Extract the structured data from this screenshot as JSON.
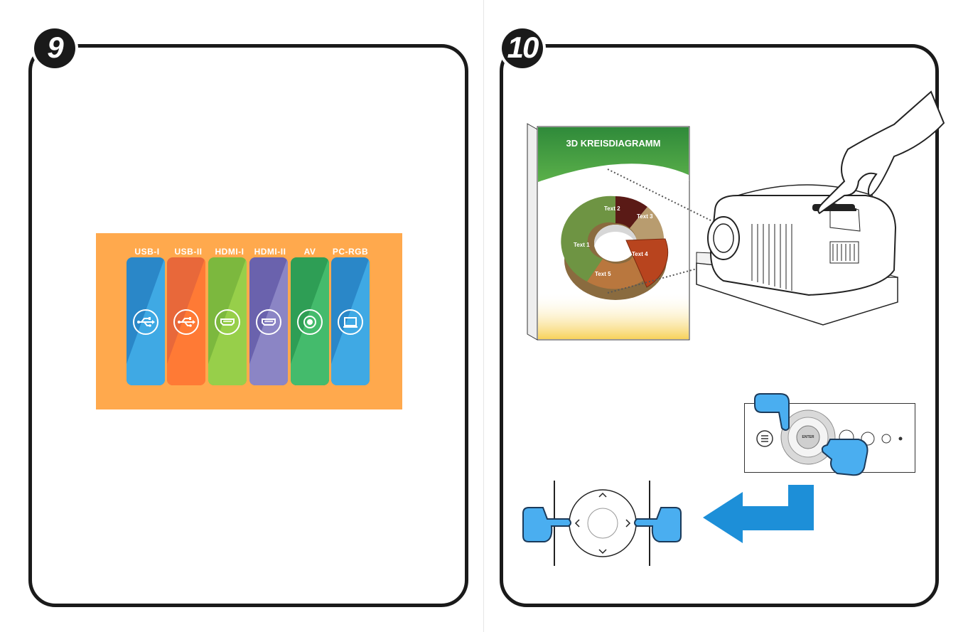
{
  "steps": {
    "left": "9",
    "right": "10"
  },
  "ports": [
    {
      "label": "USB-I",
      "icon": "usb-icon",
      "color": "#2a87c8",
      "color2": "#3fa9e4"
    },
    {
      "label": "USB-II",
      "icon": "usb-icon",
      "color": "#e8683a",
      "color2": "#ff7a35"
    },
    {
      "label": "HDMI-I",
      "icon": "hdmi-icon",
      "color": "#7cb83e",
      "color2": "#97cf4a"
    },
    {
      "label": "HDMI-II",
      "icon": "hdmi-icon",
      "color": "#6a62ad",
      "color2": "#8b85c5"
    },
    {
      "label": "AV",
      "icon": "av-icon",
      "color": "#2e9e55",
      "color2": "#44bb6c"
    },
    {
      "label": "PC-RGB",
      "icon": "monitor-icon",
      "color": "#2a87c8",
      "color2": "#3fa9e4"
    }
  ],
  "screen": {
    "title": "3D KREISDIAGRAMM",
    "slices": [
      {
        "label": "Text 2",
        "color": "#5a1a16"
      },
      {
        "label": "Text 3",
        "color": "#b89c6f"
      },
      {
        "label": "Text 4",
        "color": "#b8441e"
      },
      {
        "label": "Text 5",
        "color": "#b9773e"
      },
      {
        "label": "Text 1",
        "color": "#6e9443"
      }
    ]
  },
  "remote": {
    "enter_label": "ENTER"
  }
}
